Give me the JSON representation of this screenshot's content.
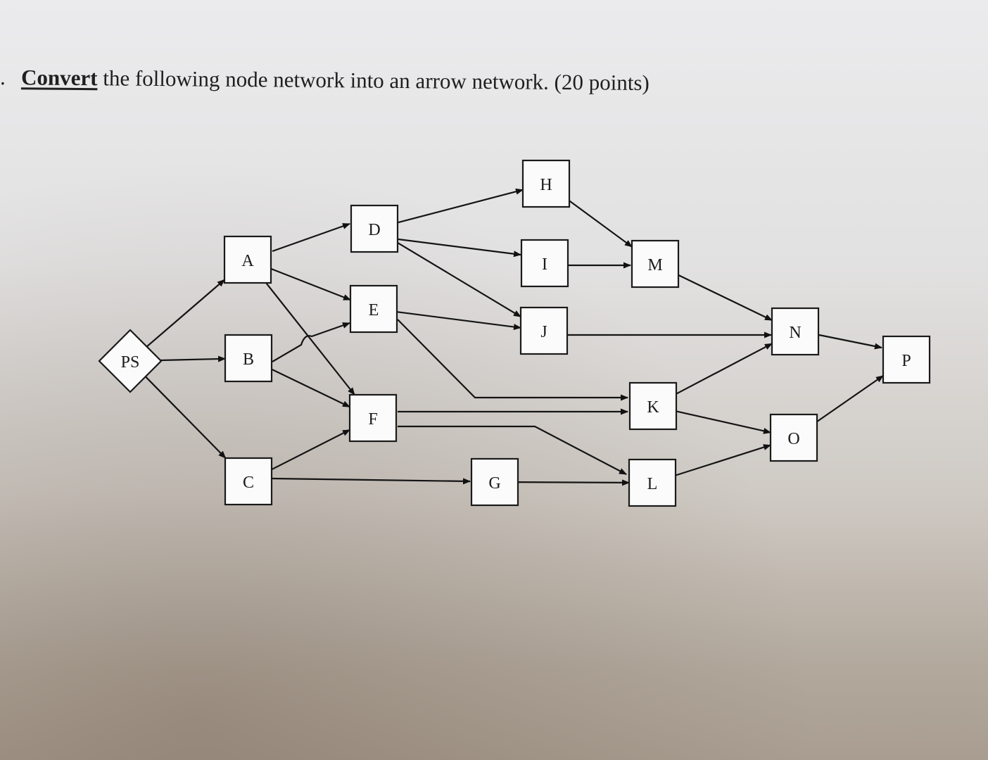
{
  "question": {
    "bullet": ".",
    "keyword": "Convert",
    "text": " the following node network into an arrow network. (20 points)"
  },
  "network": {
    "nodes": [
      {
        "id": "PS",
        "label": "PS",
        "shape": "diamond"
      },
      {
        "id": "A",
        "label": "A"
      },
      {
        "id": "B",
        "label": "B"
      },
      {
        "id": "C",
        "label": "C"
      },
      {
        "id": "D",
        "label": "D"
      },
      {
        "id": "E",
        "label": "E"
      },
      {
        "id": "F",
        "label": "F"
      },
      {
        "id": "G",
        "label": "G"
      },
      {
        "id": "H",
        "label": "H"
      },
      {
        "id": "I",
        "label": "I"
      },
      {
        "id": "J",
        "label": "J"
      },
      {
        "id": "K",
        "label": "K"
      },
      {
        "id": "L",
        "label": "L"
      },
      {
        "id": "M",
        "label": "M"
      },
      {
        "id": "N",
        "label": "N"
      },
      {
        "id": "O",
        "label": "O"
      },
      {
        "id": "P",
        "label": "P"
      }
    ],
    "edges": [
      [
        "PS",
        "A"
      ],
      [
        "PS",
        "B"
      ],
      [
        "PS",
        "C"
      ],
      [
        "A",
        "D"
      ],
      [
        "A",
        "E"
      ],
      [
        "A",
        "F"
      ],
      [
        "B",
        "E"
      ],
      [
        "B",
        "F"
      ],
      [
        "C",
        "F"
      ],
      [
        "C",
        "G"
      ],
      [
        "D",
        "H"
      ],
      [
        "D",
        "I"
      ],
      [
        "D",
        "J"
      ],
      [
        "E",
        "J"
      ],
      [
        "E",
        "K"
      ],
      [
        "F",
        "K"
      ],
      [
        "F",
        "L"
      ],
      [
        "G",
        "L"
      ],
      [
        "H",
        "M"
      ],
      [
        "I",
        "M"
      ],
      [
        "J",
        "N"
      ],
      [
        "M",
        "N"
      ],
      [
        "K",
        "N"
      ],
      [
        "K",
        "O"
      ],
      [
        "L",
        "O"
      ],
      [
        "N",
        "P"
      ],
      [
        "O",
        "P"
      ]
    ]
  }
}
